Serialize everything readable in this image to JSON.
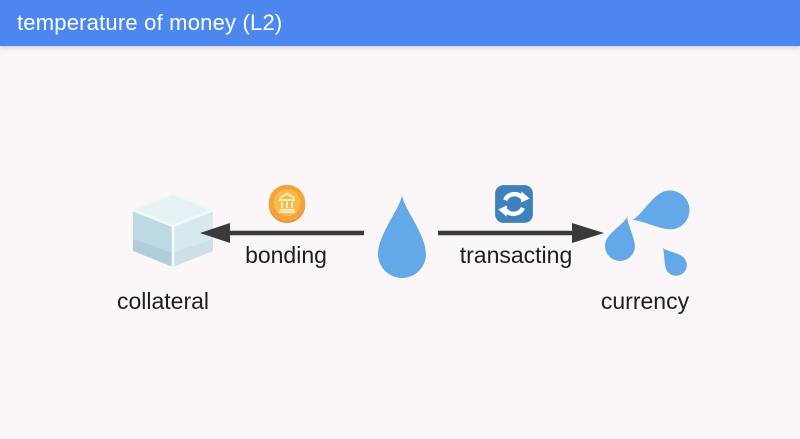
{
  "window": {
    "title": "temperature of money (L2)"
  },
  "diagram": {
    "nodes": [
      {
        "id": "collateral",
        "label": "collateral",
        "icon": "ice-cube-icon"
      },
      {
        "id": "money-droplet",
        "label": "",
        "icon": "water-droplet-icon"
      },
      {
        "id": "currency",
        "label": "currency",
        "icon": "splash-droplets-icon"
      }
    ],
    "edges": [
      {
        "from": "money-droplet",
        "to": "collateral",
        "label": "bonding",
        "icon": "bank-coin-icon",
        "direction": "left"
      },
      {
        "from": "money-droplet",
        "to": "currency",
        "label": "transacting",
        "icon": "repeat-arrows-icon",
        "direction": "right"
      }
    ]
  },
  "colors": {
    "header_bg": "#4c87ef",
    "header_text": "#ffffff",
    "background": "#fbf6f8",
    "droplet_blue": "#63a9e8",
    "arrow_dark": "#3a3a3a",
    "coin_gold": "#f3a53d",
    "coin_inner_gold": "#f8bb48",
    "repeat_icon_bg": "#3e82bb",
    "ice_light": "#e7f2f5",
    "label_text": "#1e1e1e"
  }
}
